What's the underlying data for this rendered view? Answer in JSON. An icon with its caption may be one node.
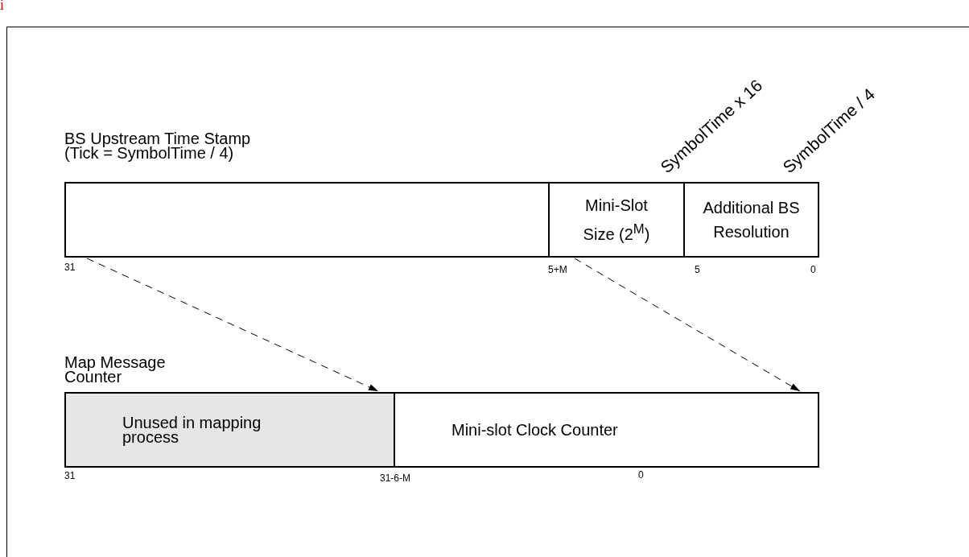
{
  "diagram": {
    "nodes": [
      {
        "text": [
          "BS Upstream Time Stamp (Tick = SymbolTime / 4)"
        ]
      },
      {
        "text": [],
        "shape": "box",
        "in": 0
      },
      {
        "text": [
          "Mini-Slot Size (2$^{M}$)"
        ],
        "in": 0
      },
      {
        "text": [
          "Additional BS Resolution"
        ],
        "in": 0
      },
      {
        "text": [
          "Map Message Counter"
        ]
      },
      {
        "text": [
          "Unused in mapping process"
        ],
        "in": 4
      },
      {
        "text": [
          "Mini-slot Clock Counter"
        ],
        "in": 4
      }
    ],
    "edges": [
      {
        "from": 1,
        "to": 5,
        "arrow": "to",
        "style": "dashed"
      },
      {
        "from": 2,
        "to": 6,
        "arrow": "to",
        "style": "dashed"
      }
    ],
    "labels": [
      "i",
      "SymbolTime x 16",
      "SymbolTime / 4",
      "31",
      "5+M",
      "5",
      "0",
      "31",
      "31-6-M",
      "0"
    ]
  }
}
